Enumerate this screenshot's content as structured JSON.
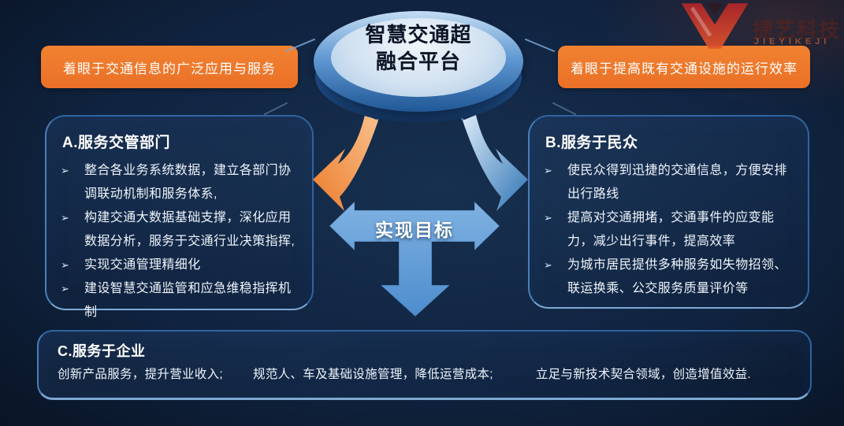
{
  "watermark": {
    "brand_cn": "捷艺科技",
    "brand_en": "JIEYIKEJI"
  },
  "platform": {
    "title_line1": "智慧交通超",
    "title_line2": "融合平台"
  },
  "banners": {
    "left": "着眼于交通信息的广泛应用与服务",
    "right": "着眼于提高既有交通设施的运行效率"
  },
  "center_arrow": {
    "label": "实现目标"
  },
  "icons": {
    "bullet_glyph": "➢"
  },
  "panels": {
    "a": {
      "title": "A.服务交管部门",
      "bullets": [
        "整合各业务系统数据，建立各部门协调联动机制和服务体系,",
        "构建交通大数据基础支撑，深化应用数据分析，服务于交通行业决策指挥,",
        "实现交通管理精细化",
        "建设智慧交通监管和应急维稳指挥机制"
      ]
    },
    "b": {
      "title": "B.服务于民众",
      "bullets": [
        "使民众得到迅捷的交通信息，方便安排出行路线",
        "提高对交通拥堵，交通事件的应变能力，减少出行事件，提高效率",
        "为城市居民提供多种服务如失物招领、联运换乘、公交服务质量评价等"
      ]
    },
    "c": {
      "title": "C.服务于企业",
      "items": [
        "创新产品服务，提升营业收入;",
        "规范人、车及基础设施管理，降低运营成本;",
        "立足与新技术契合领域，创造增值效益."
      ]
    }
  },
  "colors": {
    "background": "#0c1b33",
    "accent_orange": "#ee7a2c",
    "arrow_blue": "#5b9bd5",
    "panel_border": "#2f649f",
    "disc_face": "#d2e2f1",
    "logo_red": "#c23a2b"
  }
}
